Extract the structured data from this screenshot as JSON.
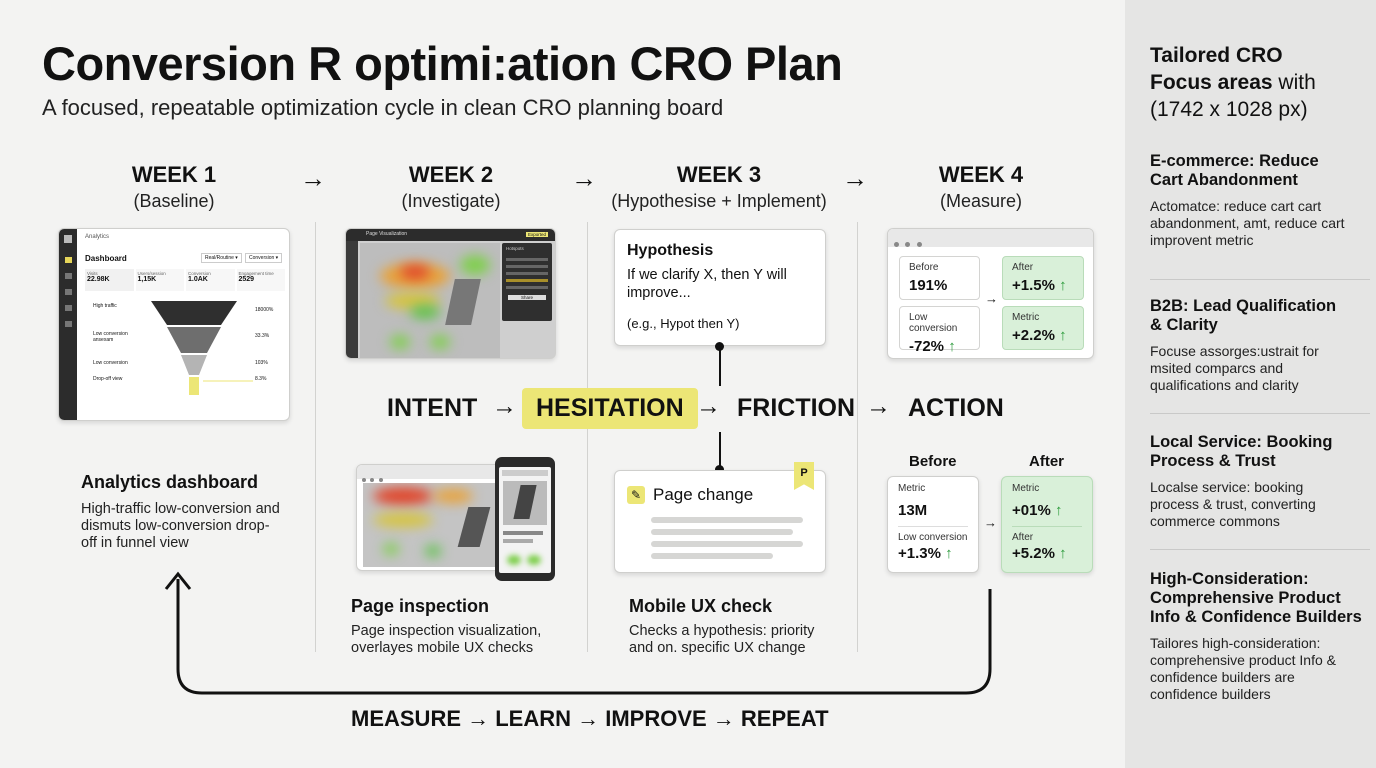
{
  "title": "Conversion R optimi:ation CRO Plan",
  "subtitle": "A focused, repeatable optimization cycle in clean CRO planning board",
  "weeks": [
    {
      "label": "WEEK 1",
      "sub": "(Baseline)"
    },
    {
      "label": "WEEK 2",
      "sub": "(Investigate)"
    },
    {
      "label": "WEEK 3",
      "sub": "(Hypothesise + Implement)"
    },
    {
      "label": "WEEK 4",
      "sub": "(Measure)"
    }
  ],
  "arrow": "→",
  "dashboard": {
    "app": "Analytics",
    "title": "Dashboard",
    "filter1": "Real/Routine ▾",
    "filter2": "Conversion ▾",
    "stats": [
      {
        "label": "Visits",
        "value": "22.98K"
      },
      {
        "label": "Users/session",
        "value": "1,15K"
      },
      {
        "label": "Conversion",
        "value": "1.0AK"
      },
      {
        "label": "Engagement time",
        "value": "2529"
      }
    ],
    "funnel": [
      {
        "label": "High traffic",
        "value": "18000%"
      },
      {
        "label": "Low conversion ansexam",
        "value": "33.3%"
      },
      {
        "label": "Low conversion",
        "value": "103%"
      },
      {
        "label": "Drop-off view",
        "value": "8.3%"
      }
    ]
  },
  "heatmap": {
    "title": "Page Visualization",
    "badge": "Exported",
    "list_title": "Hotspots",
    "button": "Share"
  },
  "hypothesis": {
    "title": "Hypothesis",
    "body": "If we clarify X, then Y will improve...",
    "example": "(e.g., Hypot then Y)"
  },
  "page_change": {
    "title": "Page change",
    "badge": "P"
  },
  "flow": {
    "intent": "INTENT",
    "hesitation": "HESITATION",
    "friction": "FRICTION",
    "action": "ACTION"
  },
  "measure1": {
    "before": [
      {
        "label": "Before",
        "value": "191%",
        "arrow": ""
      },
      {
        "label": "Low conversion",
        "value": "-72%",
        "arrow": "↑"
      }
    ],
    "after": [
      {
        "label": "After",
        "value": "+1.5%",
        "arrow": "↑"
      },
      {
        "label": "Metric",
        "value": "+2.2%",
        "arrow": "↑"
      }
    ]
  },
  "measure2": {
    "before_header": "Before",
    "after_header": "After",
    "before": [
      {
        "label": "Metric",
        "value": "13M",
        "arrow": ""
      },
      {
        "label": "Low conversion",
        "value": "+1.3%",
        "arrow": "↑"
      }
    ],
    "after": [
      {
        "label": "Metric",
        "value": "+01%",
        "arrow": "↑"
      },
      {
        "label": "After",
        "value": "+5.2%",
        "arrow": "↑"
      }
    ]
  },
  "captions": {
    "c1": {
      "title": "Analytics dashboard",
      "desc": "High-traffic low-conversion and dismuts low-conversion drop-off in funnel view"
    },
    "c2": {
      "title": "Page inspection",
      "desc": "Page inspection visualization, overlayes mobile UX checks"
    },
    "c3": {
      "title": "Mobile UX check",
      "desc": "Checks a hypothesis: priority and on. specific UX change"
    }
  },
  "cycle": "MEASURE → LEARN → IMPROVE → REPEAT",
  "sidebar": {
    "title_line1": "Tailored CRO",
    "title_line2_bold": "Focus areas",
    "title_line2_rest": " with",
    "title_line3": "(1742 x 1028 px)",
    "sections": [
      {
        "heading": "E-commerce: Reduce Cart Abandonment",
        "desc": "Actomatce: reduce cart cart abandonment, amt, reduce cart improvent metric"
      },
      {
        "heading": "B2B: Lead Qualification & Clarity",
        "desc": "Focuse assorges:ustrait for msited comparcs and qualifications and clarity"
      },
      {
        "heading": "Local Service: Booking Process & Trust",
        "desc": "Localse service: booking process & trust, converting commerce commons"
      },
      {
        "heading": "High-Consideration: Comprehensive Product Info & Confidence Builders",
        "desc": "Tailores high-consideration: comprehensive product Info & confidence builders are confidence builders"
      }
    ]
  },
  "colors": {
    "highlight": "#ece676",
    "green_bg": "#d9f0d9",
    "up_arrow": "#2a9a3a",
    "sidebar_bg": "#e5e5e4"
  }
}
